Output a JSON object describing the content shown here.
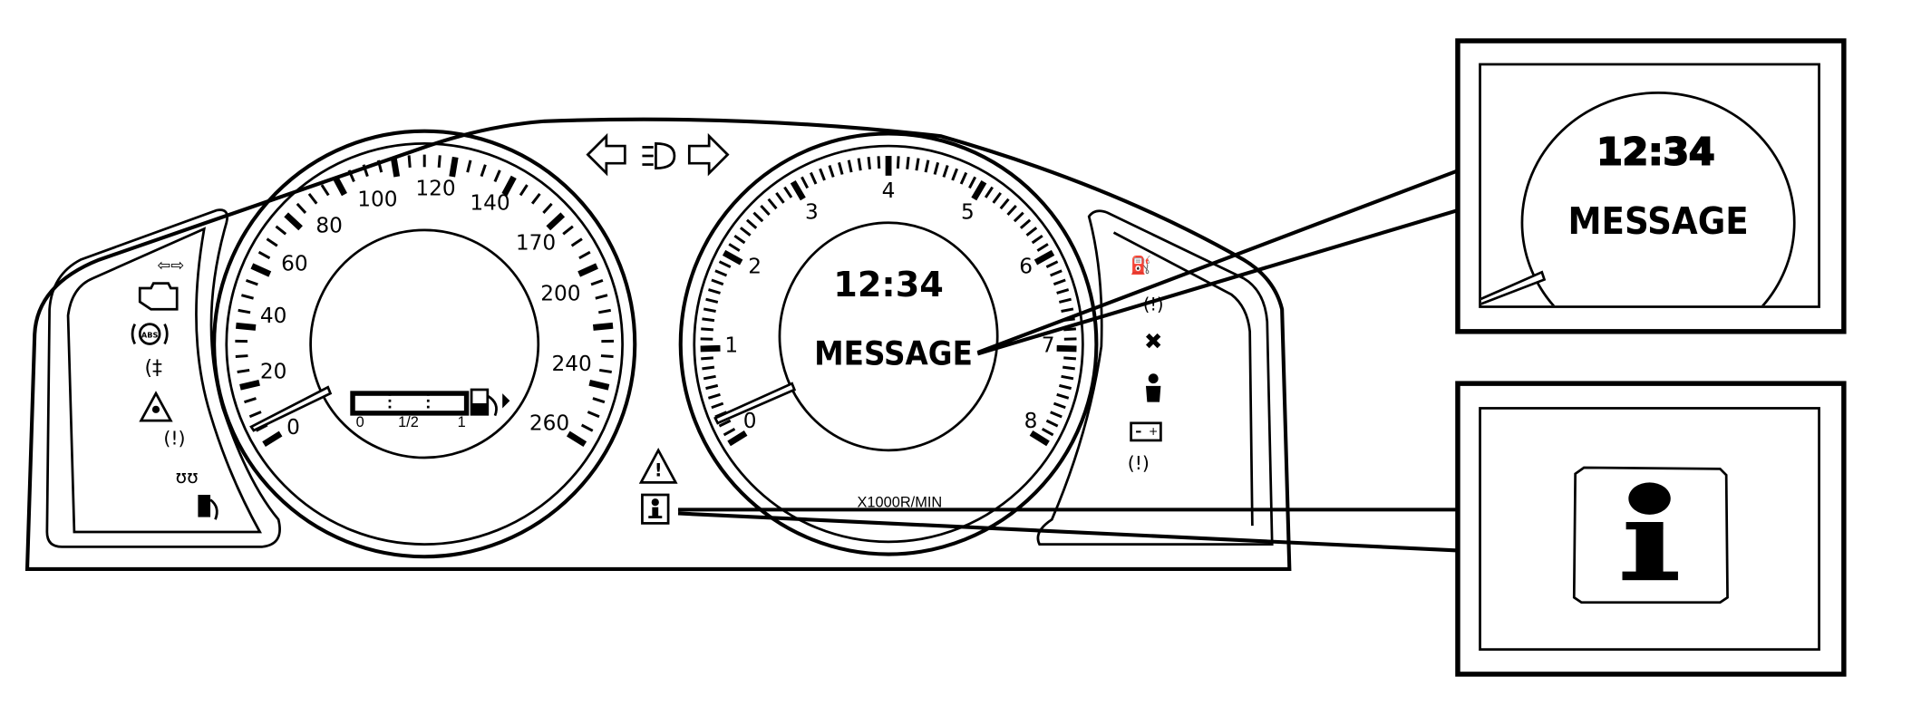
{
  "speedometer": {
    "labels": [
      "0",
      "20",
      "40",
      "60",
      "80",
      "100",
      "120",
      "140",
      "170",
      "200",
      "240",
      "260"
    ],
    "fuel_labels": [
      "0",
      "1/2",
      "1"
    ]
  },
  "tachometer": {
    "labels": [
      "0",
      "1",
      "2",
      "3",
      "4",
      "5",
      "6",
      "7",
      "8"
    ],
    "unit": "X1000R/MIN",
    "display_time": "12:34",
    "display_message": "MESSAGE"
  },
  "inset_message": {
    "time": "12:34",
    "message": "MESSAGE"
  },
  "icons": {
    "left_panel": [
      "turn-signal-trailer-icon",
      "check-engine-icon",
      "abs-icon",
      "rear-fog-light-icon",
      "stability-control-icon",
      "tire-pressure-icon",
      "glow-plug-icon",
      "fuel-icon"
    ],
    "right_panel": [
      "oil-pressure-icon",
      "brake-icon",
      "airbag-icon",
      "seatbelt-icon",
      "battery-icon",
      "parking-brake-icon"
    ],
    "top": [
      "left-turn-arrow-icon",
      "high-beam-icon",
      "right-turn-arrow-icon"
    ],
    "center": [
      "warning-triangle-icon",
      "info-icon"
    ]
  }
}
